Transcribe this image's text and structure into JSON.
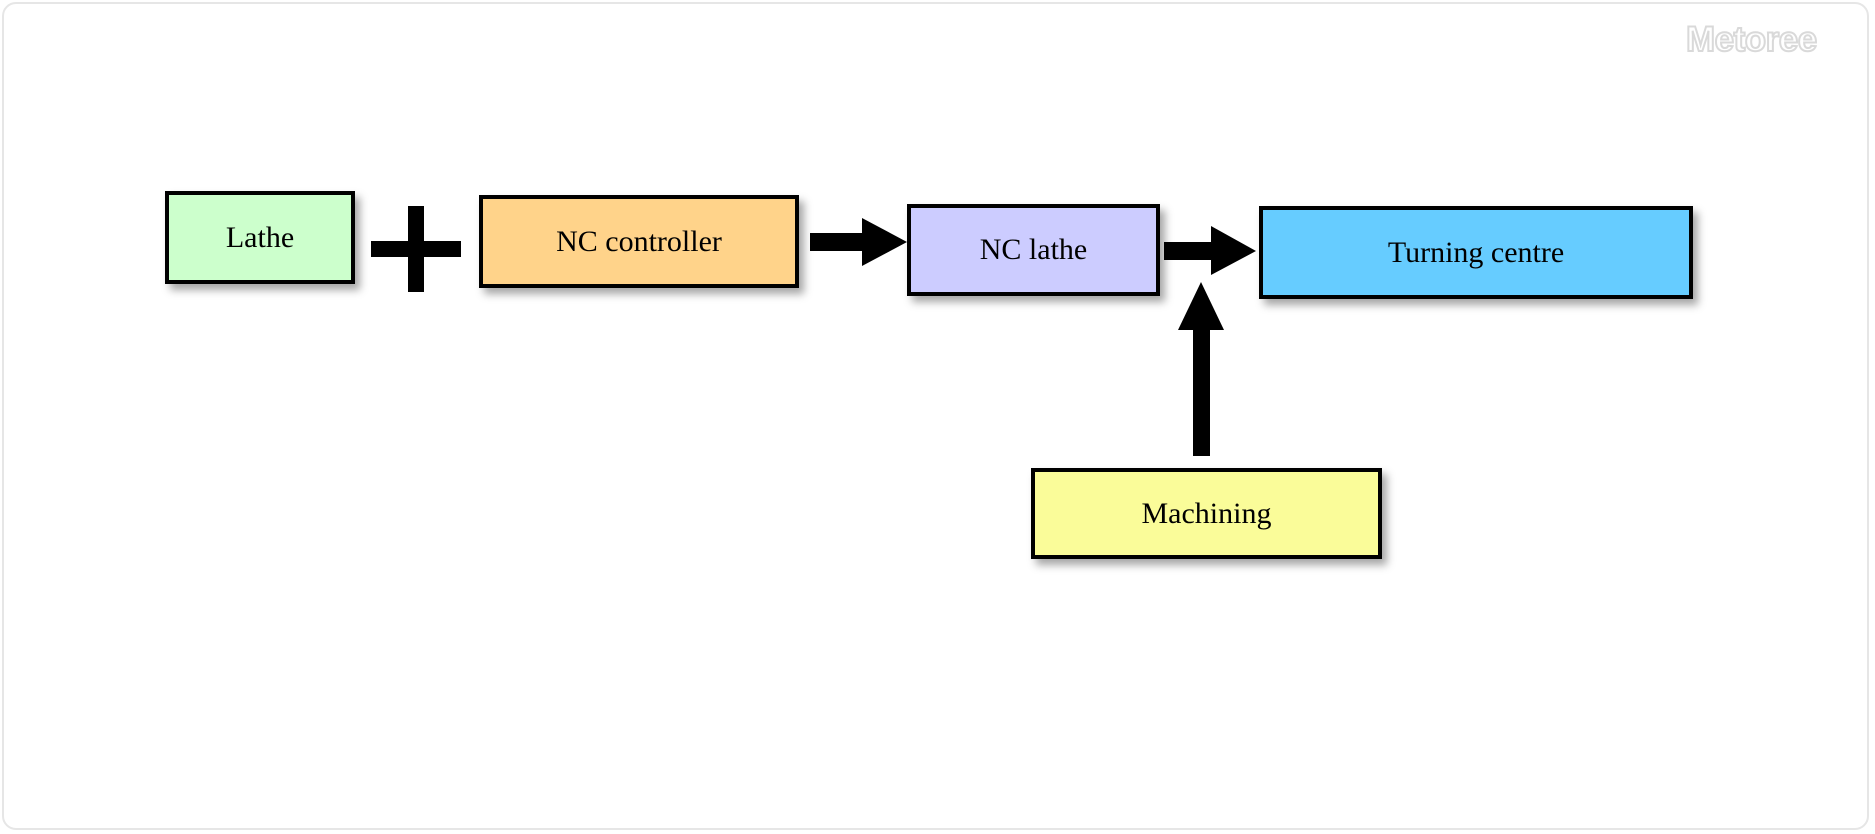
{
  "logo": {
    "text": "Metoree"
  },
  "nodes": {
    "lathe": {
      "label": "Lathe",
      "color": "#ccffcc"
    },
    "nc_controller": {
      "label": "NC controller",
      "color": "#ffd38a"
    },
    "nc_lathe": {
      "label": "NC lathe",
      "color": "#ccccff"
    },
    "turning_centre": {
      "label": "Turning centre",
      "color": "#66ccff"
    },
    "machining": {
      "label": "Machining",
      "color": "#fafc99"
    }
  },
  "connectors": [
    {
      "from": "Lathe",
      "to": "NC controller",
      "type": "plus"
    },
    {
      "from": "NC controller",
      "to": "NC lathe",
      "type": "arrow"
    },
    {
      "from": "NC lathe",
      "to": "Turning centre",
      "type": "arrow"
    },
    {
      "from": "Machining",
      "to": "Turning centre",
      "type": "arrow"
    }
  ]
}
